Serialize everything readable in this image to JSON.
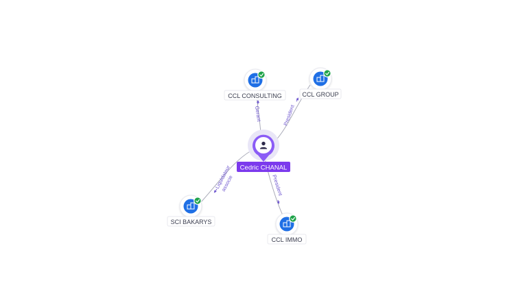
{
  "graph": {
    "center": {
      "name": "Cedric CHANAL",
      "icon": "person-icon",
      "color": "#7c3aed"
    },
    "companies": [
      {
        "id": "consulting",
        "name": "CCL CONSULTING",
        "icon": "building-icon",
        "verified": true
      },
      {
        "id": "group",
        "name": "CCL GROUP",
        "icon": "building-icon",
        "verified": true
      },
      {
        "id": "bakarys",
        "name": "SCI BAKARYS",
        "icon": "building-icon",
        "verified": true
      },
      {
        "id": "immo",
        "name": "CCL IMMO",
        "icon": "building-icon",
        "verified": true
      }
    ],
    "relations": [
      {
        "to": "consulting",
        "label": "Gerant"
      },
      {
        "to": "group",
        "label": "President"
      },
      {
        "to": "bakarys",
        "label_line1": "Liquidateur",
        "label_line2": "associe"
      },
      {
        "to": "immo",
        "label": "President"
      }
    ],
    "colors": {
      "company": "#1f6fe5",
      "verified": "#1fa34a",
      "edge_label": "#6e56cf",
      "person": "#7c3aed"
    }
  }
}
